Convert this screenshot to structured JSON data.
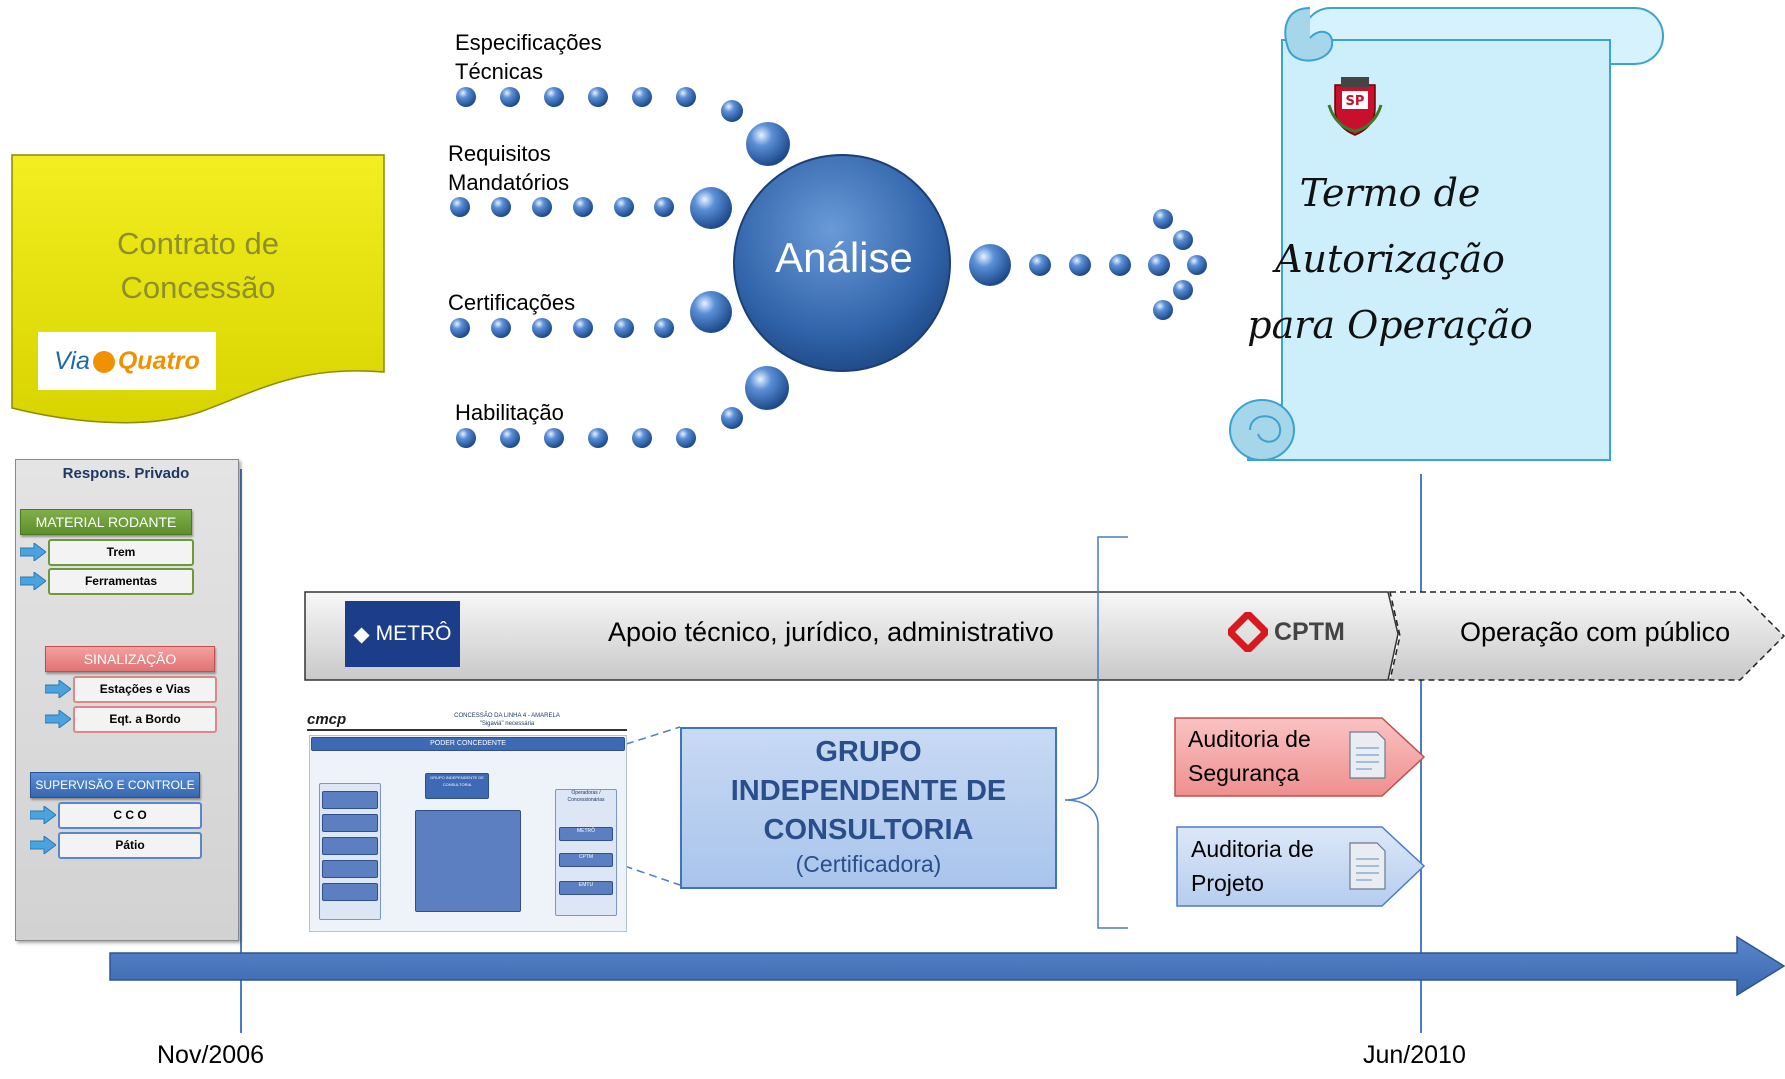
{
  "contrato": {
    "title_line1": "Contrato de",
    "title_line2": "Concessão",
    "logo_text_via": "Via",
    "logo_text_quatro": "Quatro"
  },
  "inputs": {
    "especificacoes_l1": "Especificações",
    "especificacoes_l2": "Técnicas",
    "requisitos_l1": "Requisitos",
    "requisitos_l2": "Mandatórios",
    "certificacoes": "Certificações",
    "habilitacao": "Habilitação"
  },
  "analise": {
    "label": "Análise"
  },
  "termo": {
    "line1": "Termo de",
    "line2": "Autorização",
    "line3": "para Operação",
    "seal_text": "SP"
  },
  "respons": {
    "title": "Respons. Privado",
    "material_rodante": "MATERIAL RODANTE",
    "trem": "Trem",
    "ferramentas": "Ferramentas",
    "sinalizacao": "SINALIZAÇÃO",
    "estacoes_vias": "Estações e Vias",
    "eqt_bordo": "Eqt. a Bordo",
    "supervisao": "SUPERVISÃO E CONTROLE",
    "cco": "C C O",
    "patio": "Pátio"
  },
  "band": {
    "apoio": "Apoio técnico, jurídico, administrativo",
    "operacao": "Operação com público",
    "metro_logo": "METRÔ",
    "cptm_logo": "CPTM"
  },
  "org": {
    "brand": "cmcp",
    "title1": "CONCESSÃO DA LINHA 4 - AMARELA",
    "title2": "\"Sigaviá\" necessária",
    "poder": "PODER CONCEDENTE",
    "grupo": "GRUPO INDEPENDENTE DE CONSULTORIA",
    "operadoras": "Operadoras / Concessionárias",
    "metro": "METRÔ",
    "cptm": "CPTM",
    "emtu": "EMTU"
  },
  "grupo": {
    "l1": "GRUPO",
    "l2": "INDEPENDENTE DE",
    "l3": "CONSULTORIA",
    "sub": "(Certificadora)"
  },
  "auditoria_seg": {
    "l1": "Auditoria de",
    "l2": "Segurança"
  },
  "auditoria_proj": {
    "l1": "Auditoria de",
    "l2": "Projeto"
  },
  "dates": {
    "start": "Nov/2006",
    "end": "Jun/2010"
  },
  "colors": {
    "contrato_yellow": "#e6e200",
    "analise_blue": "#2e5fa6",
    "scroll_cyan": "#cdeefb",
    "timeline_blue": "#4472c4",
    "aud_red": "#f4a8a8",
    "aud_blue": "#c5d9f1"
  }
}
